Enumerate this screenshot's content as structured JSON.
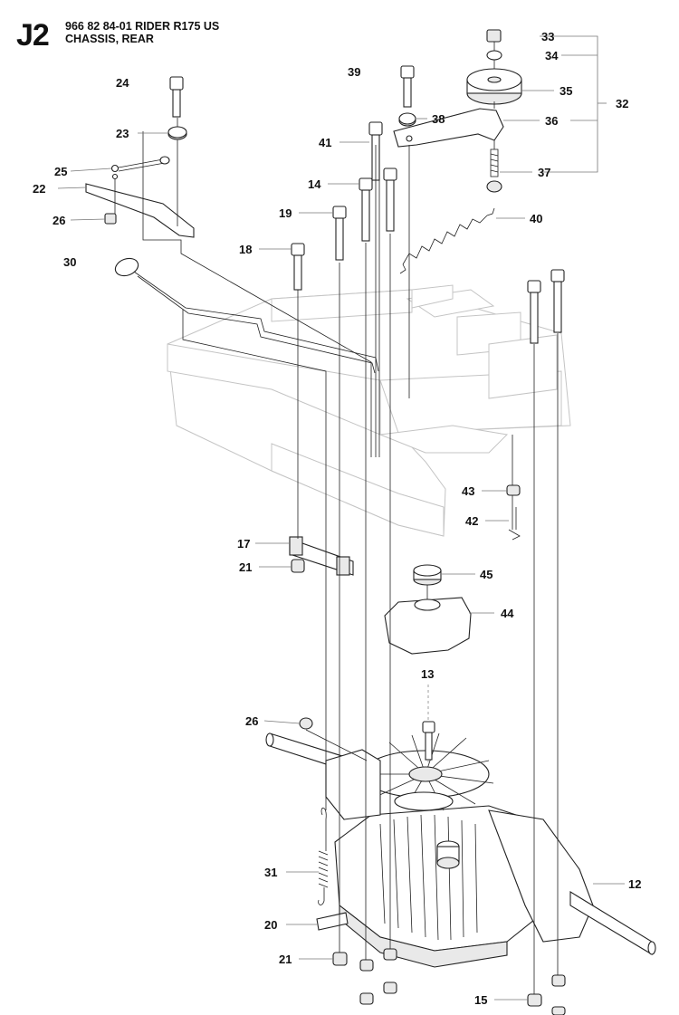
{
  "header": {
    "code": "J2",
    "line1": "966 82 84-01 RIDER R175 US",
    "line2": "CHASSIS, REAR"
  },
  "callouts": [
    "33",
    "34",
    "32",
    "35",
    "36",
    "37",
    "39",
    "38",
    "24",
    "23",
    "41",
    "25",
    "22",
    "14",
    "26",
    "19",
    "40",
    "18",
    "30",
    "43",
    "42",
    "17",
    "21",
    "45",
    "44",
    "13",
    "26",
    "31",
    "12",
    "20",
    "21",
    "15"
  ]
}
